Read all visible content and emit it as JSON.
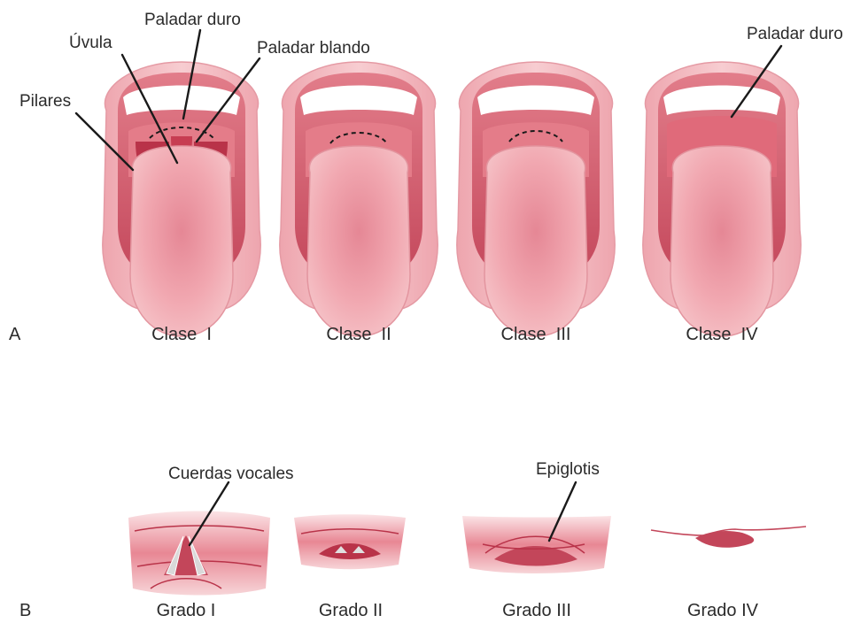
{
  "panel_a": {
    "section_label": "A",
    "labels": {
      "paladar_duro": "Paladar duro",
      "uvula": "Úvula",
      "paladar_blando": "Paladar blando",
      "pilares": "Pilares",
      "paladar_duro_iv": "Paladar duro"
    },
    "classes": [
      "Clase  I",
      "Clase  II",
      "Clase  III",
      "Clase  IV"
    ]
  },
  "panel_b": {
    "section_label": "B",
    "labels": {
      "cuerdas_vocales": "Cuerdas vocales",
      "epiglotis": "Epiglotis"
    },
    "grades": [
      "Grado I",
      "Grado II",
      "Grado III",
      "Grado IV"
    ]
  },
  "colors": {
    "lip": "#f0b3ba",
    "lip_edge": "#e09aa3",
    "mouth_cavity": "#c94a5b",
    "palate": "#e47c89",
    "tongue": "#f2aab2",
    "tongue_center": "#e98c98",
    "teeth": "#ffffff",
    "cords": "#d9d9d9",
    "line": "#1a1a1a"
  }
}
